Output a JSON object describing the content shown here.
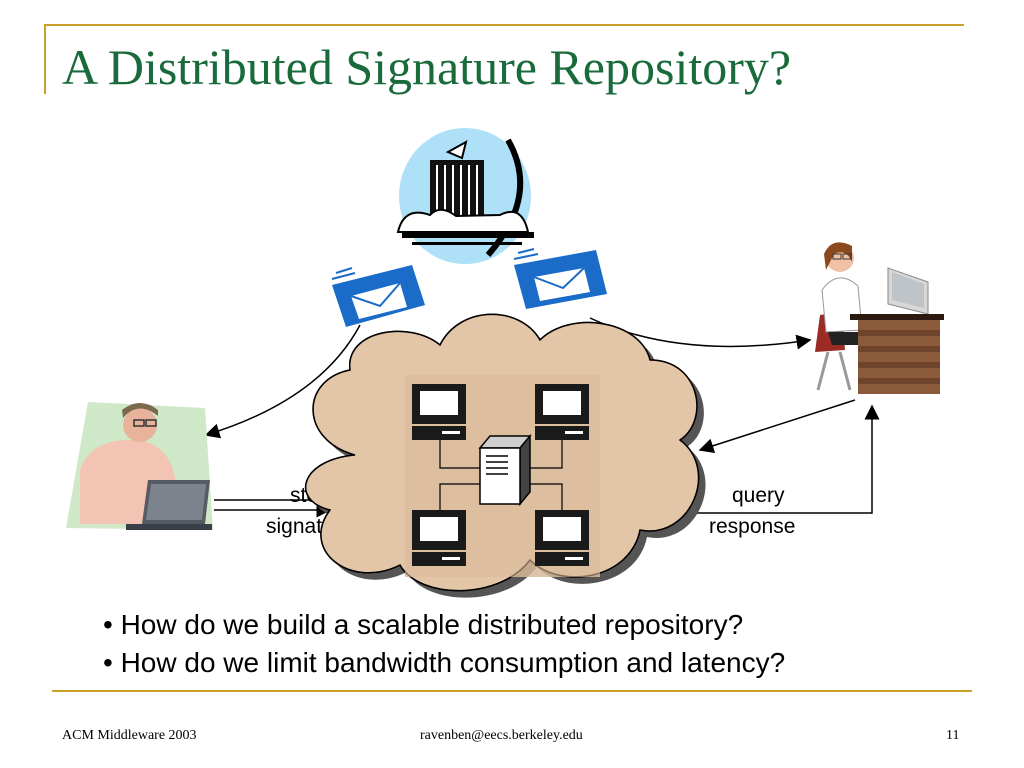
{
  "slide": {
    "title": "A Distributed Signature Repository?",
    "accent_color": "#c9a12a",
    "title_color": "#1a6b3c"
  },
  "diagram": {
    "cloud_color": "#e3c6a8",
    "left_label_line1": "store",
    "left_label_line2": "signature",
    "right_label_line1": "query",
    "right_label_line2": "response",
    "icons": [
      "server-building-icon",
      "email-icon",
      "email-icon",
      "user-at-laptop-icon",
      "user-at-desk-icon",
      "network-cloud-icon",
      "computer-icon",
      "server-tower-icon"
    ]
  },
  "bullets": [
    "• How do we build a scalable distributed repository?",
    "• How do we limit bandwidth consumption and latency?"
  ],
  "footer": {
    "left": "ACM Middleware 2003",
    "center": "ravenben@eecs.berkeley.edu",
    "page": "11"
  }
}
